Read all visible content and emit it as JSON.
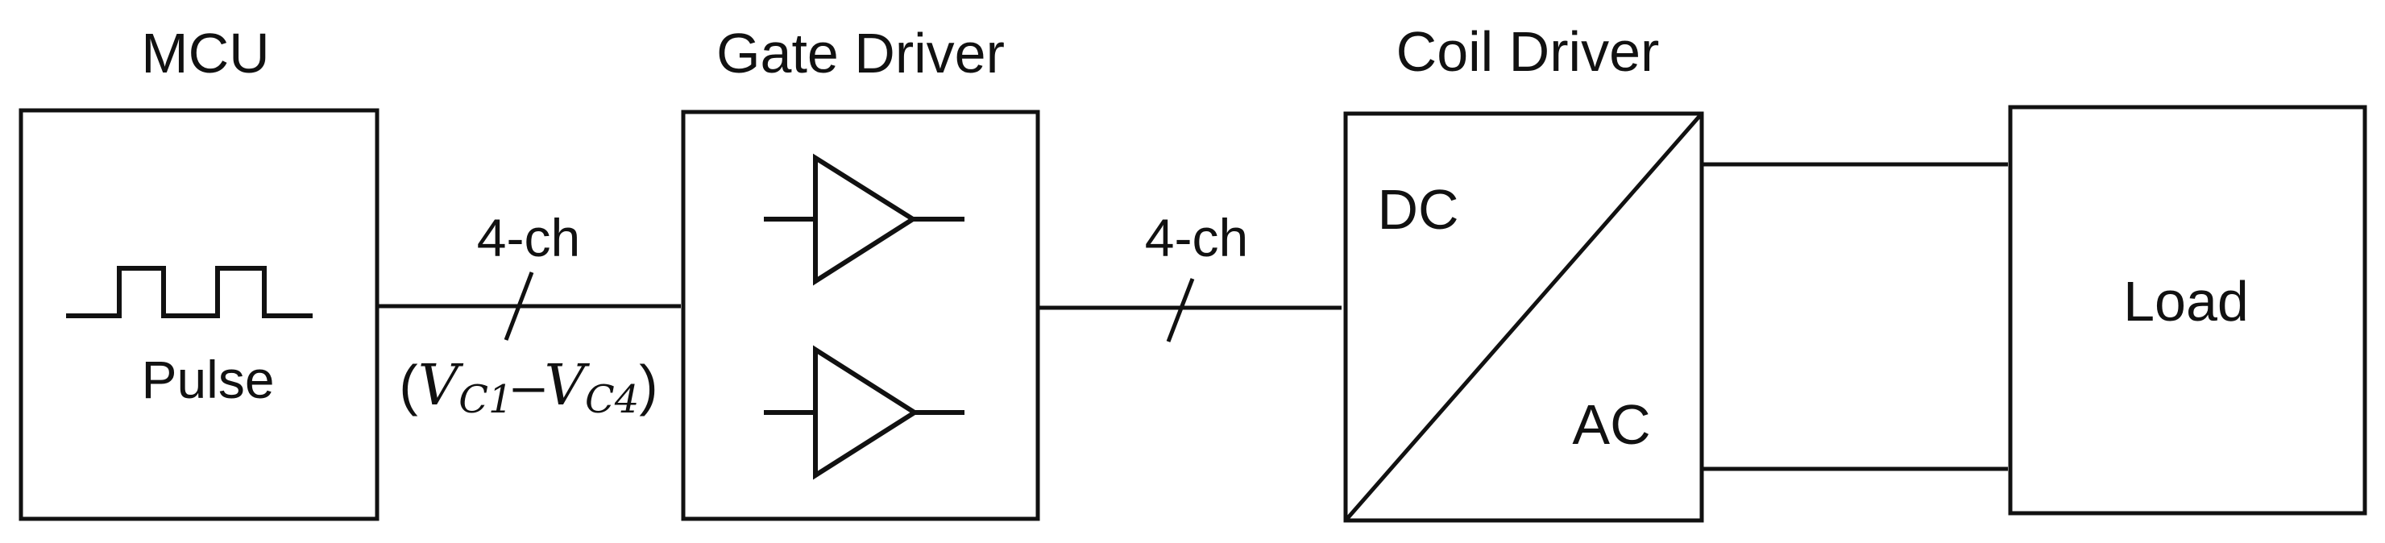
{
  "blocks": {
    "mcu": {
      "title": "MCU",
      "inner_label": "Pulse"
    },
    "gate_driver": {
      "title": "Gate Driver"
    },
    "coil_driver": {
      "title": "Coil Driver",
      "top_label": "DC",
      "bottom_label": "AC"
    },
    "load": {
      "label": "Load"
    }
  },
  "connections": {
    "mcu_to_gate": {
      "bus_label": "4-ch",
      "signal_open": "(",
      "signal_v1": "V",
      "signal_s1": "C1",
      "signal_dash": "–",
      "signal_v2": "V",
      "signal_s2": "C4",
      "signal_close": ")"
    },
    "gate_to_coil": {
      "bus_label": "4-ch"
    }
  },
  "colors": {
    "line": "#111111",
    "background": "#ffffff"
  }
}
